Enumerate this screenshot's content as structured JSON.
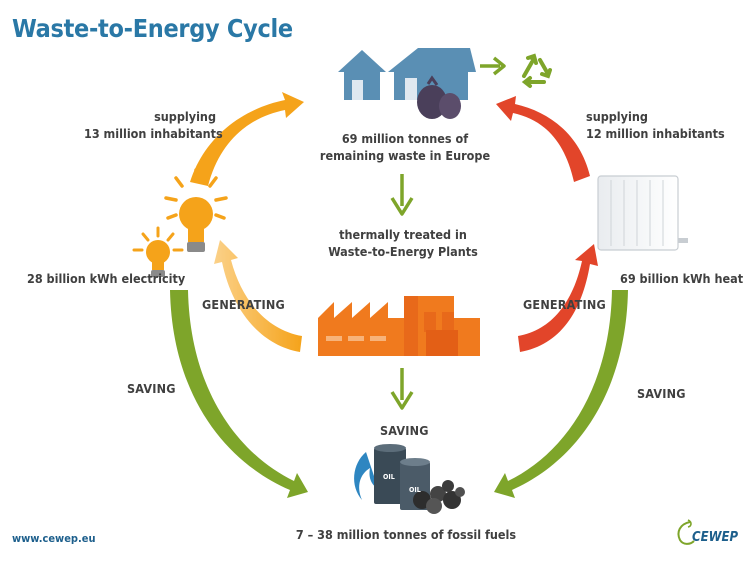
{
  "title": "Waste-to-Energy Cycle",
  "waste": {
    "line1": "69 million tonnes of",
    "line2": "remaining waste in Europe"
  },
  "treatment": {
    "line1": "thermally treated in",
    "line2": "Waste-to-Energy Plants"
  },
  "left_supply": {
    "line1": "supplying",
    "line2": "13 million inhabitants"
  },
  "right_supply": {
    "line1": "supplying",
    "line2": "12 million inhabitants"
  },
  "electricity": "28 billion kWh electricity",
  "heat": "69 billion kWh heat",
  "generating_left": "GENERATING",
  "generating_right": "GENERATING",
  "saving_left": "SAVING",
  "saving_right": "SAVING",
  "saving_center": "SAVING",
  "fossil": "7 – 38 million tonnes of fossil fuels",
  "barrel_label_1": "OIL",
  "barrel_label_2": "OIL",
  "website": "www.cewep.eu",
  "logo": "CEWEP",
  "colors": {
    "title": "#2a78a6",
    "orange_arrow": "#f5a31a",
    "red_arrow": "#e2452a",
    "green_arrow": "#7ea52a",
    "house": "#5a8fb4",
    "factory": "#f07a1e",
    "text": "#404040"
  }
}
